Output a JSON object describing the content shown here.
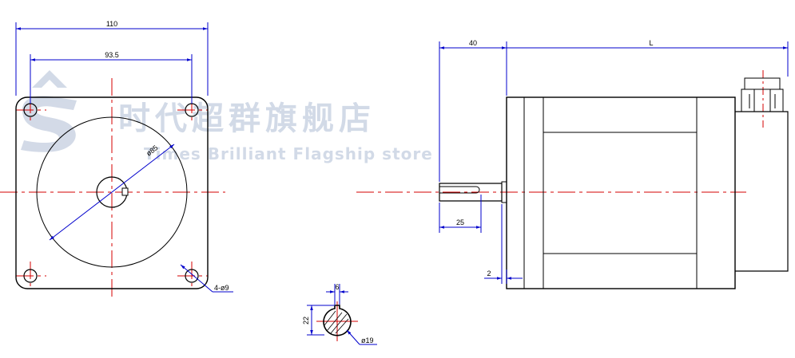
{
  "colors": {
    "outline": "#000000",
    "dimension": "#0000cc",
    "centerline": "#d40000",
    "watermark": "#aebcd4"
  },
  "watermark": {
    "chinese": "时代超群旗舰店",
    "english": "Times Brilliant Flagship store"
  },
  "front_view": {
    "width_label": "110",
    "hole_spacing_label": "93.5",
    "pilot_diameter_label": "ø85",
    "mount_holes_label": "4-ø9"
  },
  "shaft_section": {
    "key_width_label": "6",
    "height_label": "22",
    "diameter_label": "ø19"
  },
  "side_view": {
    "shaft_length_label": "40",
    "body_length_label": "L",
    "key_length_label": "25",
    "boss_label": "2"
  }
}
